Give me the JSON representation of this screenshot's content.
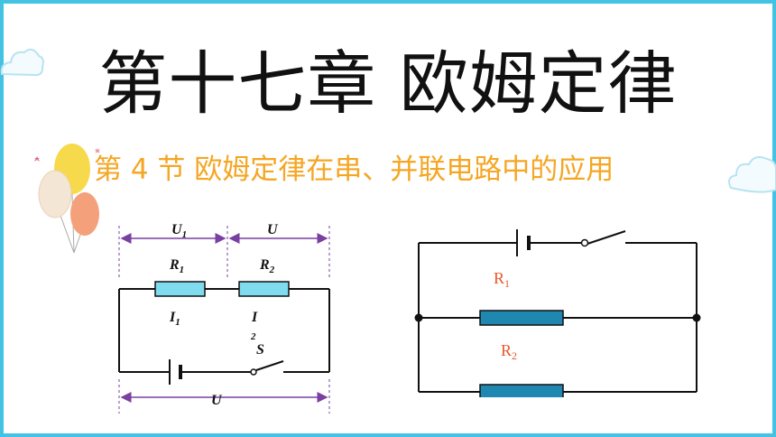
{
  "slide": {
    "title": "第十七章 欧姆定律",
    "subtitle": "第 4 节  欧姆定律在串、并联电路中的应用"
  },
  "series_circuit": {
    "u1_label": "U",
    "u1_sub": "1",
    "u2_label": "U",
    "r1_label": "R",
    "r1_sub": "1",
    "r2_label": "R",
    "r2_sub": "2",
    "i1_label": "I",
    "i1_sub": "1",
    "i2_label": "I",
    "i2_sub": "2",
    "switch_label": "S",
    "total_u_label": "U"
  },
  "parallel_circuit": {
    "r1_label": "R",
    "r1_sub": "1",
    "r2_label": "R",
    "r2_sub": "2"
  },
  "colors": {
    "frame": "#42c3e3",
    "subtitle": "#f5a623",
    "arrow": "#7a3fa0",
    "resistor_fill_series": "#7fdcef",
    "resistor_fill_parallel": "#1f88b0",
    "parallel_label": "#e8582a"
  }
}
